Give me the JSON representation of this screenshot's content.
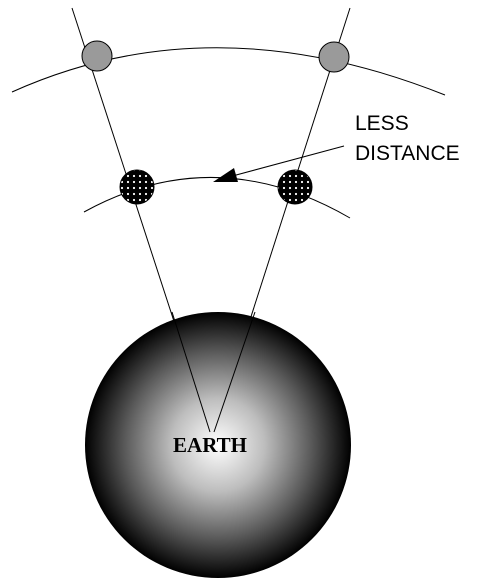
{
  "diagram": {
    "earth_label": "EARTH",
    "annotation": {
      "line1": "LESS",
      "line2": "DISTANCE"
    },
    "colors": {
      "outer_satellite_fill": "#9a9a9a",
      "inner_satellite_fill": "#000000",
      "inner_satellite_dots": "#ffffff",
      "earth_center": "#ffffff",
      "earth_edge": "#000000",
      "stroke": "#000000"
    }
  }
}
